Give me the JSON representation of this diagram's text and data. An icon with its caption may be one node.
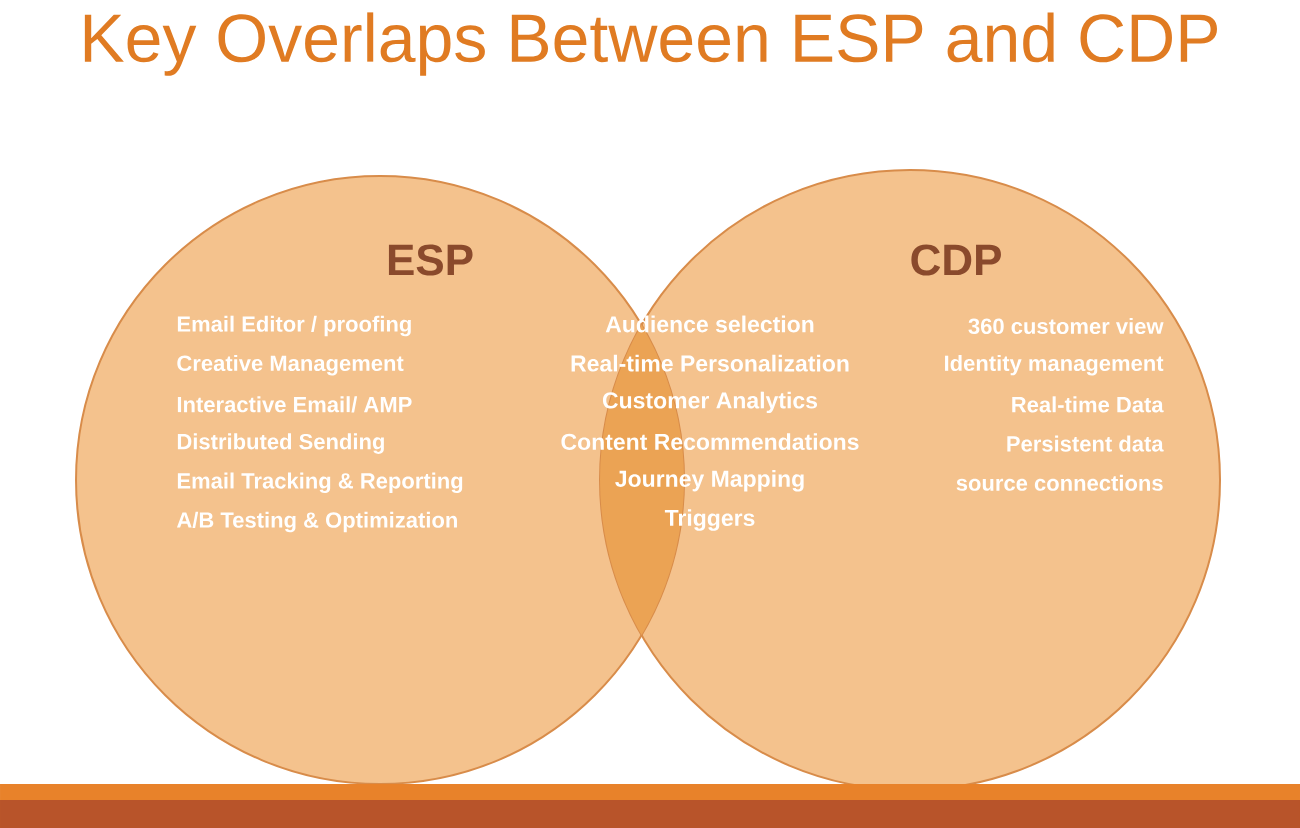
{
  "diagram": {
    "title": "Key Overlaps Between ESP and CDP",
    "nodes": [
      {
        "text": [
          "ESP",
          "Email Editor / proofing",
          "Creative Management",
          "Interactive Email/ AMP",
          "Distributed Sending",
          "Email Tracking & Reporting",
          "A/B Testing & Optimization"
        ]
      },
      {
        "text": [
          "CDP",
          "360 customer view",
          "Identity management",
          "Real-time Data",
          "Persistent data",
          "source connections"
        ]
      },
      {
        "text": [
          "Audience selection",
          "Real-time Personalization",
          "Customer Analytics",
          "Content Recommendations",
          "Journey Mapping",
          "Triggers"
        ]
      }
    ]
  }
}
